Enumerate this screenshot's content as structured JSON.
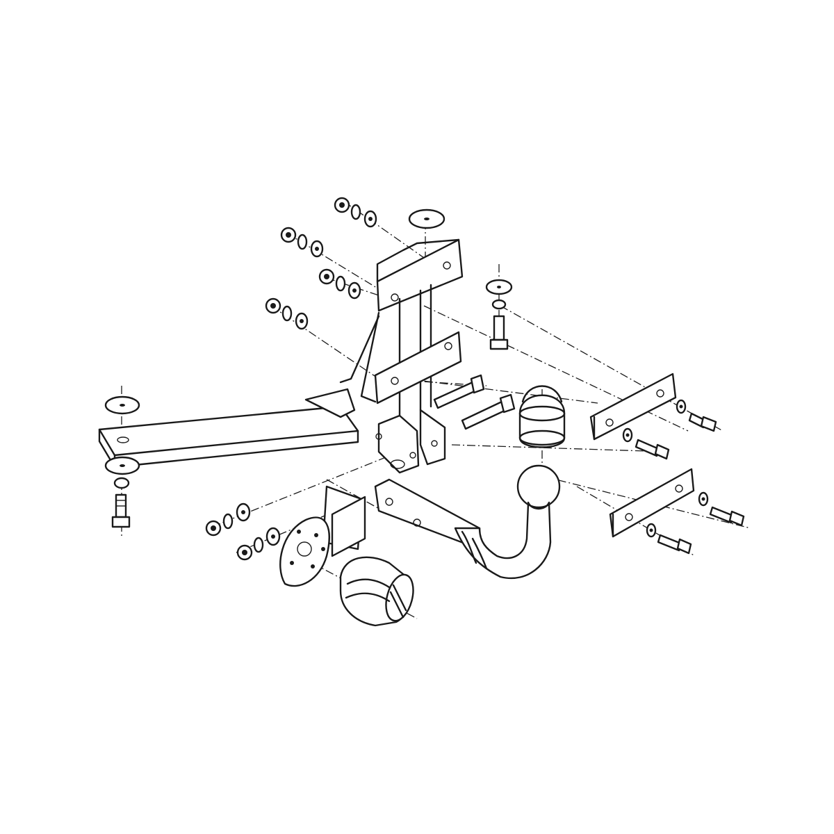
{
  "diagram": {
    "kind": "exploded-assembly-drawing",
    "subject": "towbar",
    "line_color": "#1a1a1a",
    "background": "#ffffff",
    "parts": [
      {
        "id": "main-crossbar",
        "icon": "crossbar-icon"
      },
      {
        "id": "mounting-brackets",
        "icon": "bracket-icon"
      },
      {
        "id": "tow-ball-neck",
        "icon": "tow-ball-icon"
      },
      {
        "id": "tow-ball-cap",
        "icon": "cap-icon"
      },
      {
        "id": "socket-plate",
        "icon": "socket-plate-icon"
      },
      {
        "id": "electrical-socket",
        "icon": "socket-icon"
      },
      {
        "id": "side-plates",
        "icon": "plate-icon"
      },
      {
        "id": "bolts",
        "icon": "bolt-icon"
      },
      {
        "id": "nut-washer-sets",
        "icon": "nut-icon"
      }
    ]
  }
}
